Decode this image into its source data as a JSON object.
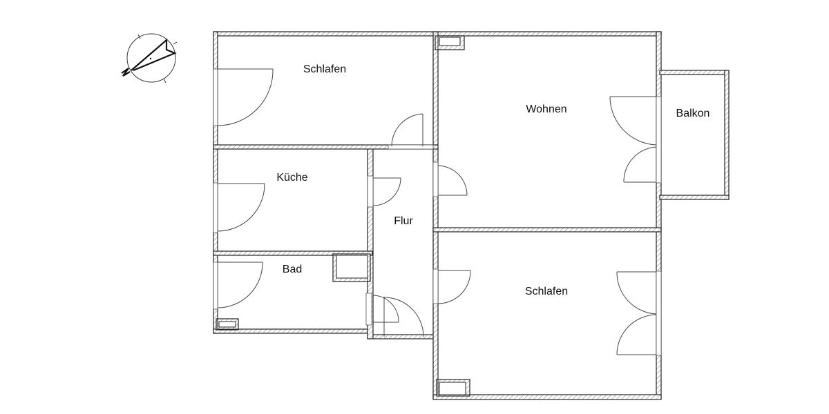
{
  "plan": {
    "type": "floor-plan",
    "colors": {
      "background": "#ffffff",
      "wall_line": "#222222",
      "hatch": "#9a9a9a",
      "text": "#111111"
    },
    "compass": {
      "label": "N"
    },
    "rooms": [
      {
        "id": "schlafen-1",
        "label": "Schlafen"
      },
      {
        "id": "wohnen",
        "label": "Wohnen"
      },
      {
        "id": "balkon",
        "label": "Balkon"
      },
      {
        "id": "kueche",
        "label": "Küche"
      },
      {
        "id": "flur",
        "label": "Flur"
      },
      {
        "id": "bad",
        "label": "Bad"
      },
      {
        "id": "schlafen-2",
        "label": "Schlafen"
      }
    ]
  }
}
